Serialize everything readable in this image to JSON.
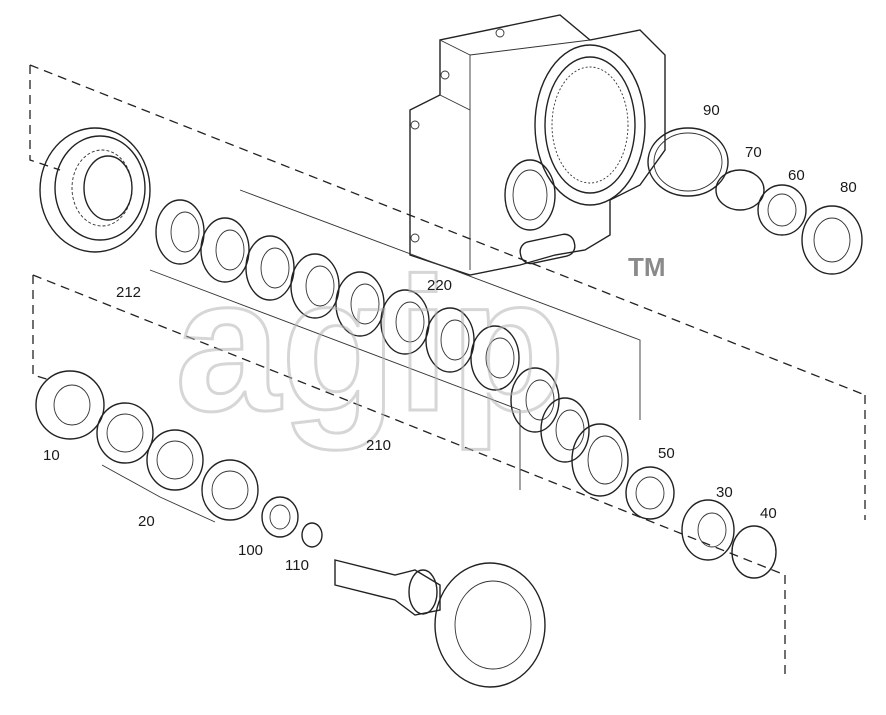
{
  "diagram": {
    "callouts": {
      "c10": "10",
      "c20": "20",
      "c30": "30",
      "c40": "40",
      "c50": "50",
      "c60": "60",
      "c70": "70",
      "c80": "80",
      "c90": "90",
      "c100": "100",
      "c110": "110",
      "c210": "210",
      "c212": "212",
      "c220": "220"
    },
    "watermark": {
      "logo_text": "agip",
      "tm": "TM"
    }
  }
}
